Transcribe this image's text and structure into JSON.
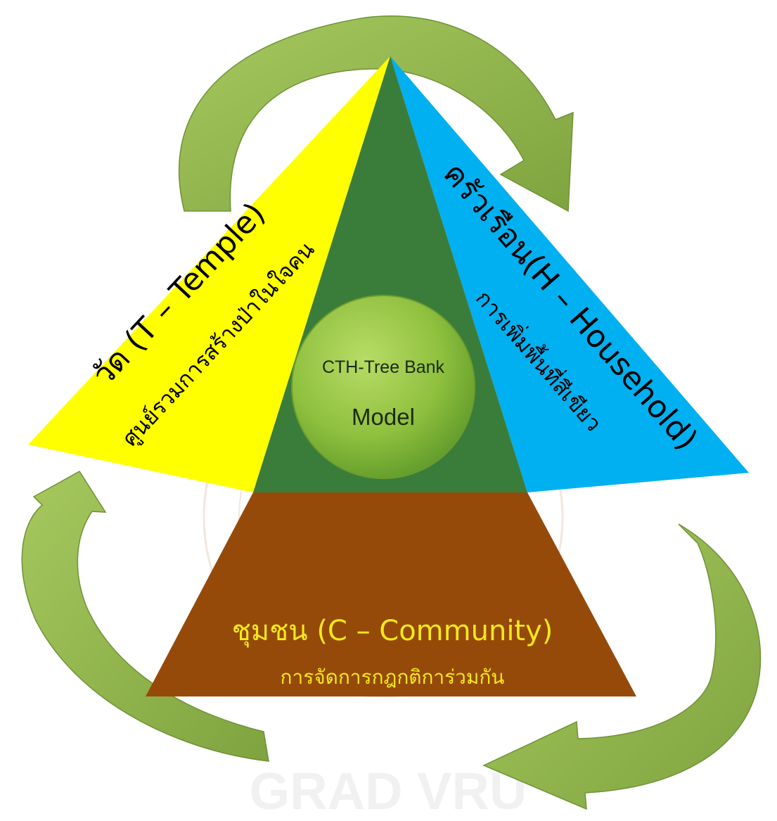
{
  "temple": {
    "title": "วัด (T – Temple)",
    "subtitle": "ศูนย์รวมการสร้างป่าในใจคน",
    "color": "#ffff00"
  },
  "household": {
    "title": "ครัวเรือน(H – Household)",
    "subtitle": "การเพิ่มพื้นที่สีเขียว",
    "color": "#00b0f0"
  },
  "community": {
    "title": "ชุมชน (C – Community)",
    "subtitle": "การจัดการกฎกติการ่วมกัน",
    "color": "#964a0a"
  },
  "center": {
    "title": "CTH-Tree Bank",
    "subtitle": "Model",
    "color": "#9ec94a"
  },
  "watermark": {
    "text": "GRAD VRU"
  },
  "colors": {
    "arrow_green": "#93b84e",
    "center_triangle": "#3a7d3b"
  }
}
